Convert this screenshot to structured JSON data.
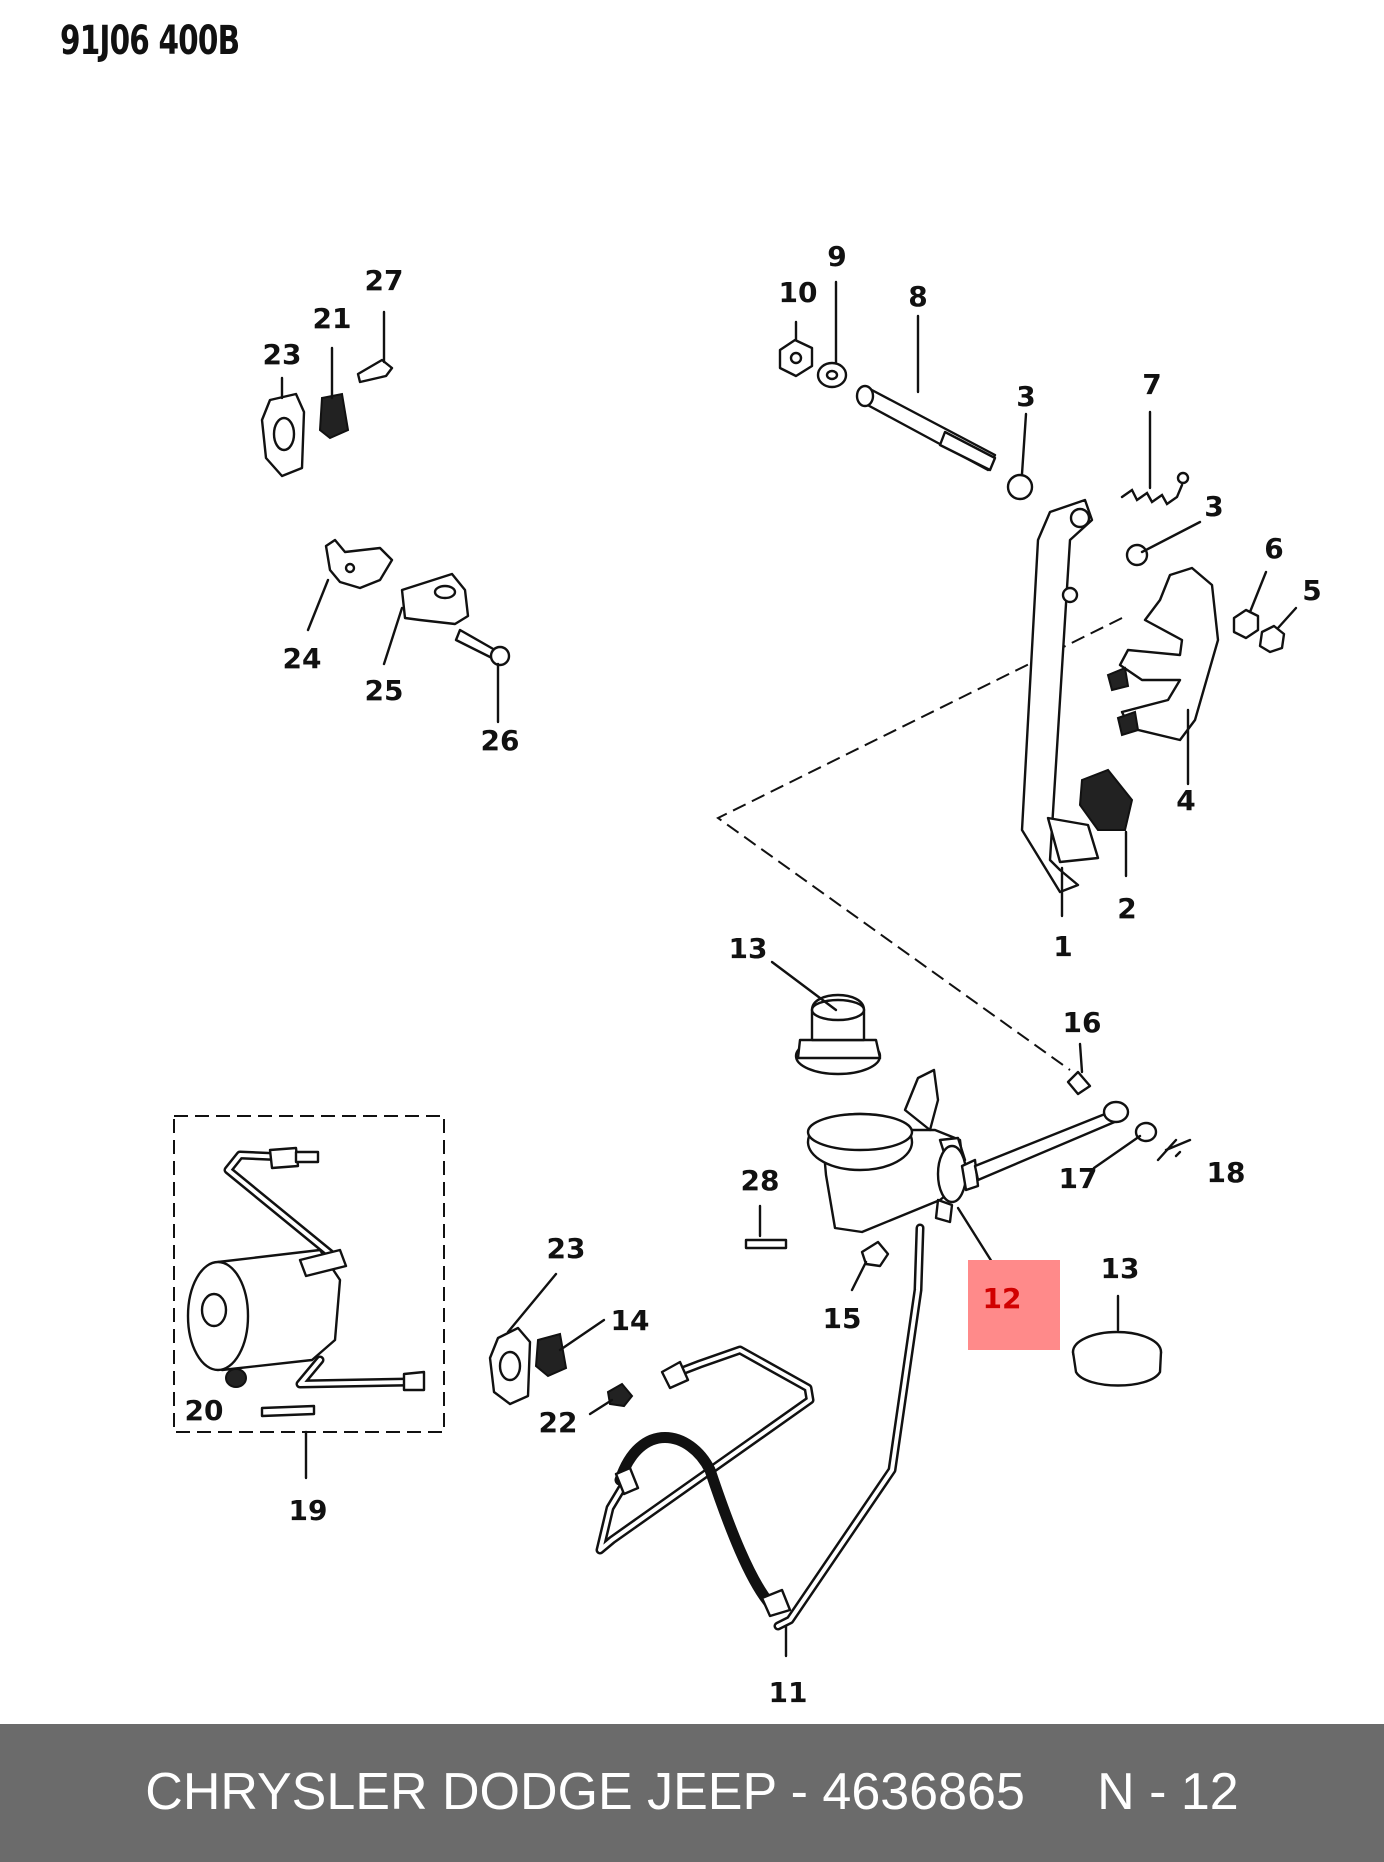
{
  "drawing_code": "91J06 400B",
  "highlighted_part": "12",
  "callouts": {
    "c1": "1",
    "c2": "2",
    "c3a": "3",
    "c3b": "3",
    "c4": "4",
    "c5": "5",
    "c6": "6",
    "c7": "7",
    "c8": "8",
    "c9": "9",
    "c10": "10",
    "c11": "11",
    "c12": "12",
    "c13a": "13",
    "c13b": "13",
    "c14": "14",
    "c15": "15",
    "c16": "16",
    "c17": "17",
    "c18": "18",
    "c19": "19",
    "c20": "20",
    "c21": "21",
    "c22": "22",
    "c23a": "23",
    "c23b": "23",
    "c24": "24",
    "c25": "25",
    "c26": "26",
    "c27": "27",
    "c28": "28"
  },
  "footer": {
    "text": "CHRYSLER DODGE JEEP - 4636865     N - 12"
  }
}
